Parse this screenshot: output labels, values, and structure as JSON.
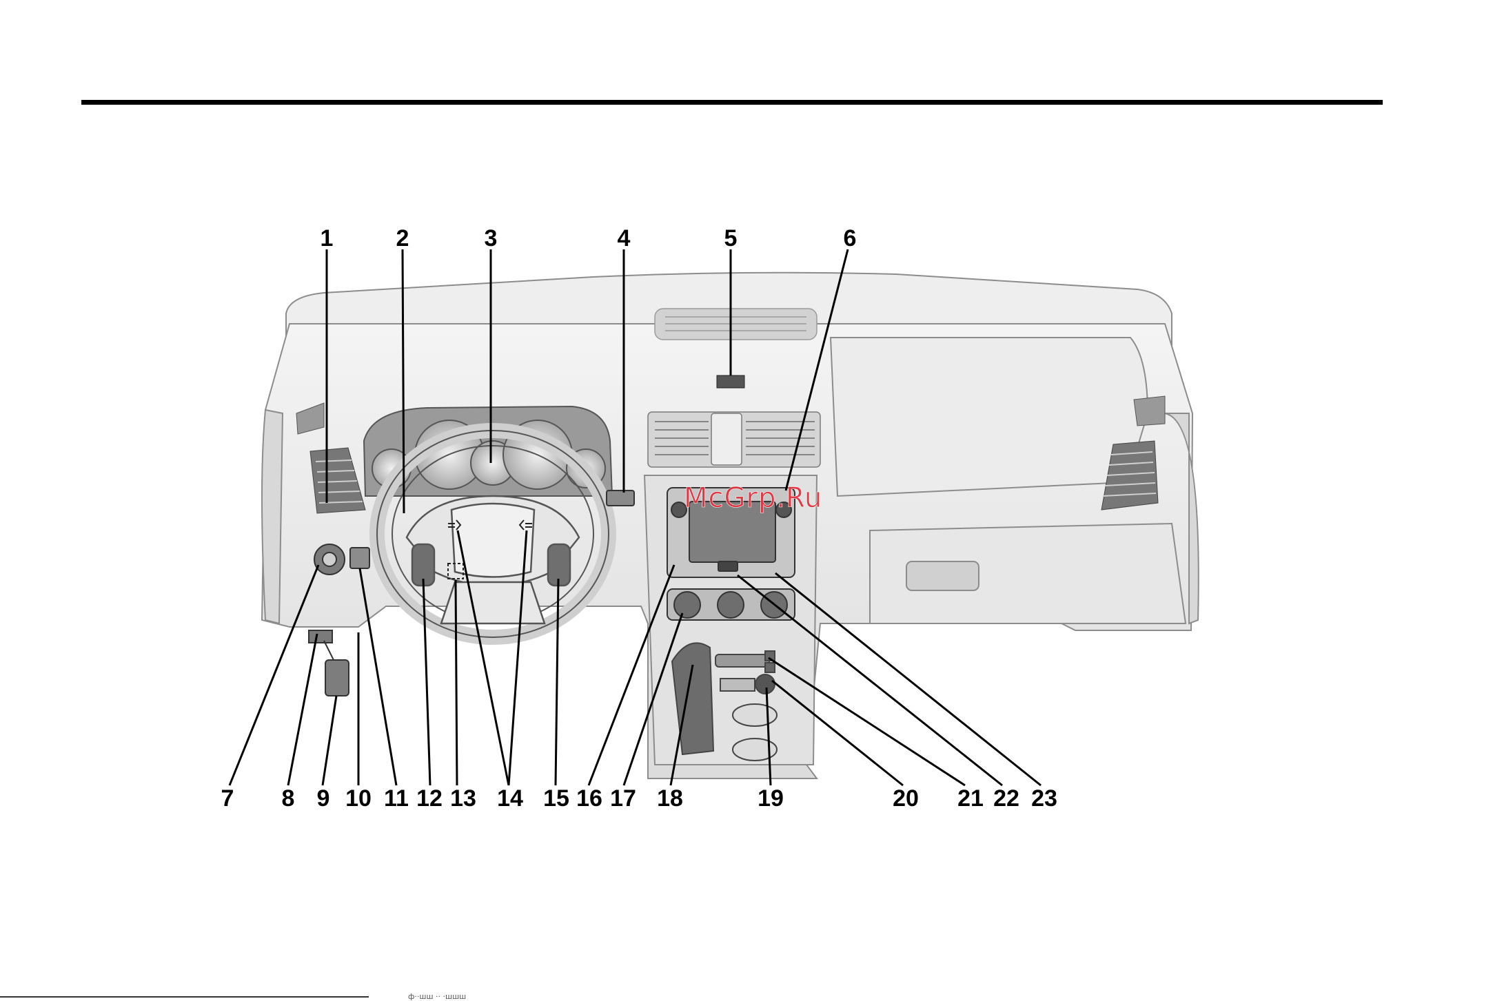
{
  "callouts": [
    "1",
    "2",
    "3",
    "4",
    "5",
    "6",
    "7",
    "8",
    "9",
    "10",
    "11",
    "12",
    "13",
    "14",
    "15",
    "16",
    "17",
    "18",
    "19",
    "20",
    "21",
    "22",
    "23"
  ],
  "watermark": "McGrp.Ru",
  "footer_text": "ф··шш ·· ·шшш"
}
